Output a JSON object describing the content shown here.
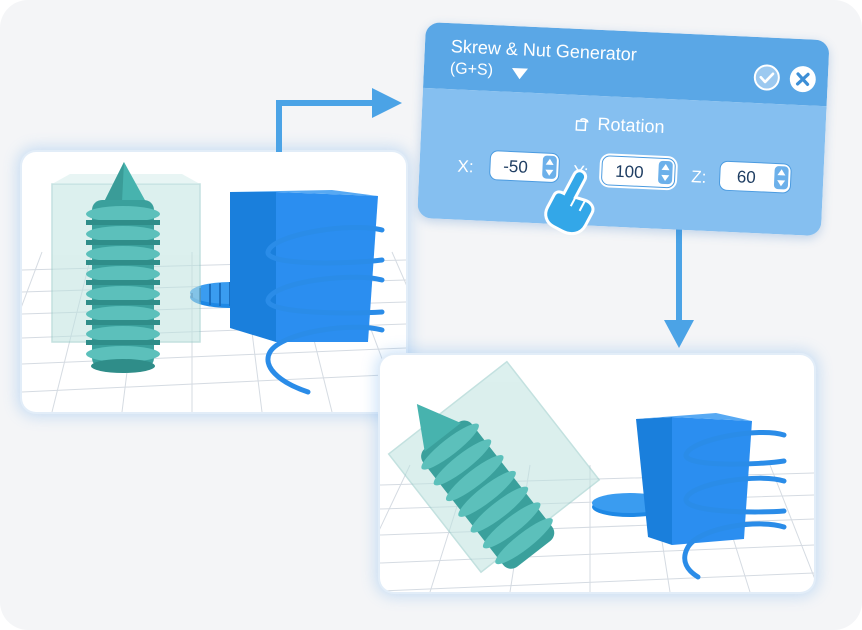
{
  "panel": {
    "title": "Skrew & Nut Generator",
    "shortcut": "(G+S)",
    "dropdown_icon": "caret-down-icon",
    "ok_icon": "checkmark-icon",
    "close_icon": "close-x-icon"
  },
  "rotation": {
    "label": "Rotation",
    "icon": "rotate-icon",
    "x_label": "X:",
    "x_value": "-50",
    "y_label": "Y:",
    "y_value": "100",
    "z_label": "Z:",
    "z_value": "60"
  },
  "colors": {
    "accent": "#5aa7e6",
    "panel_body": "#85bff0",
    "screw": "#3fa3a3",
    "box": "#1e88e5"
  }
}
